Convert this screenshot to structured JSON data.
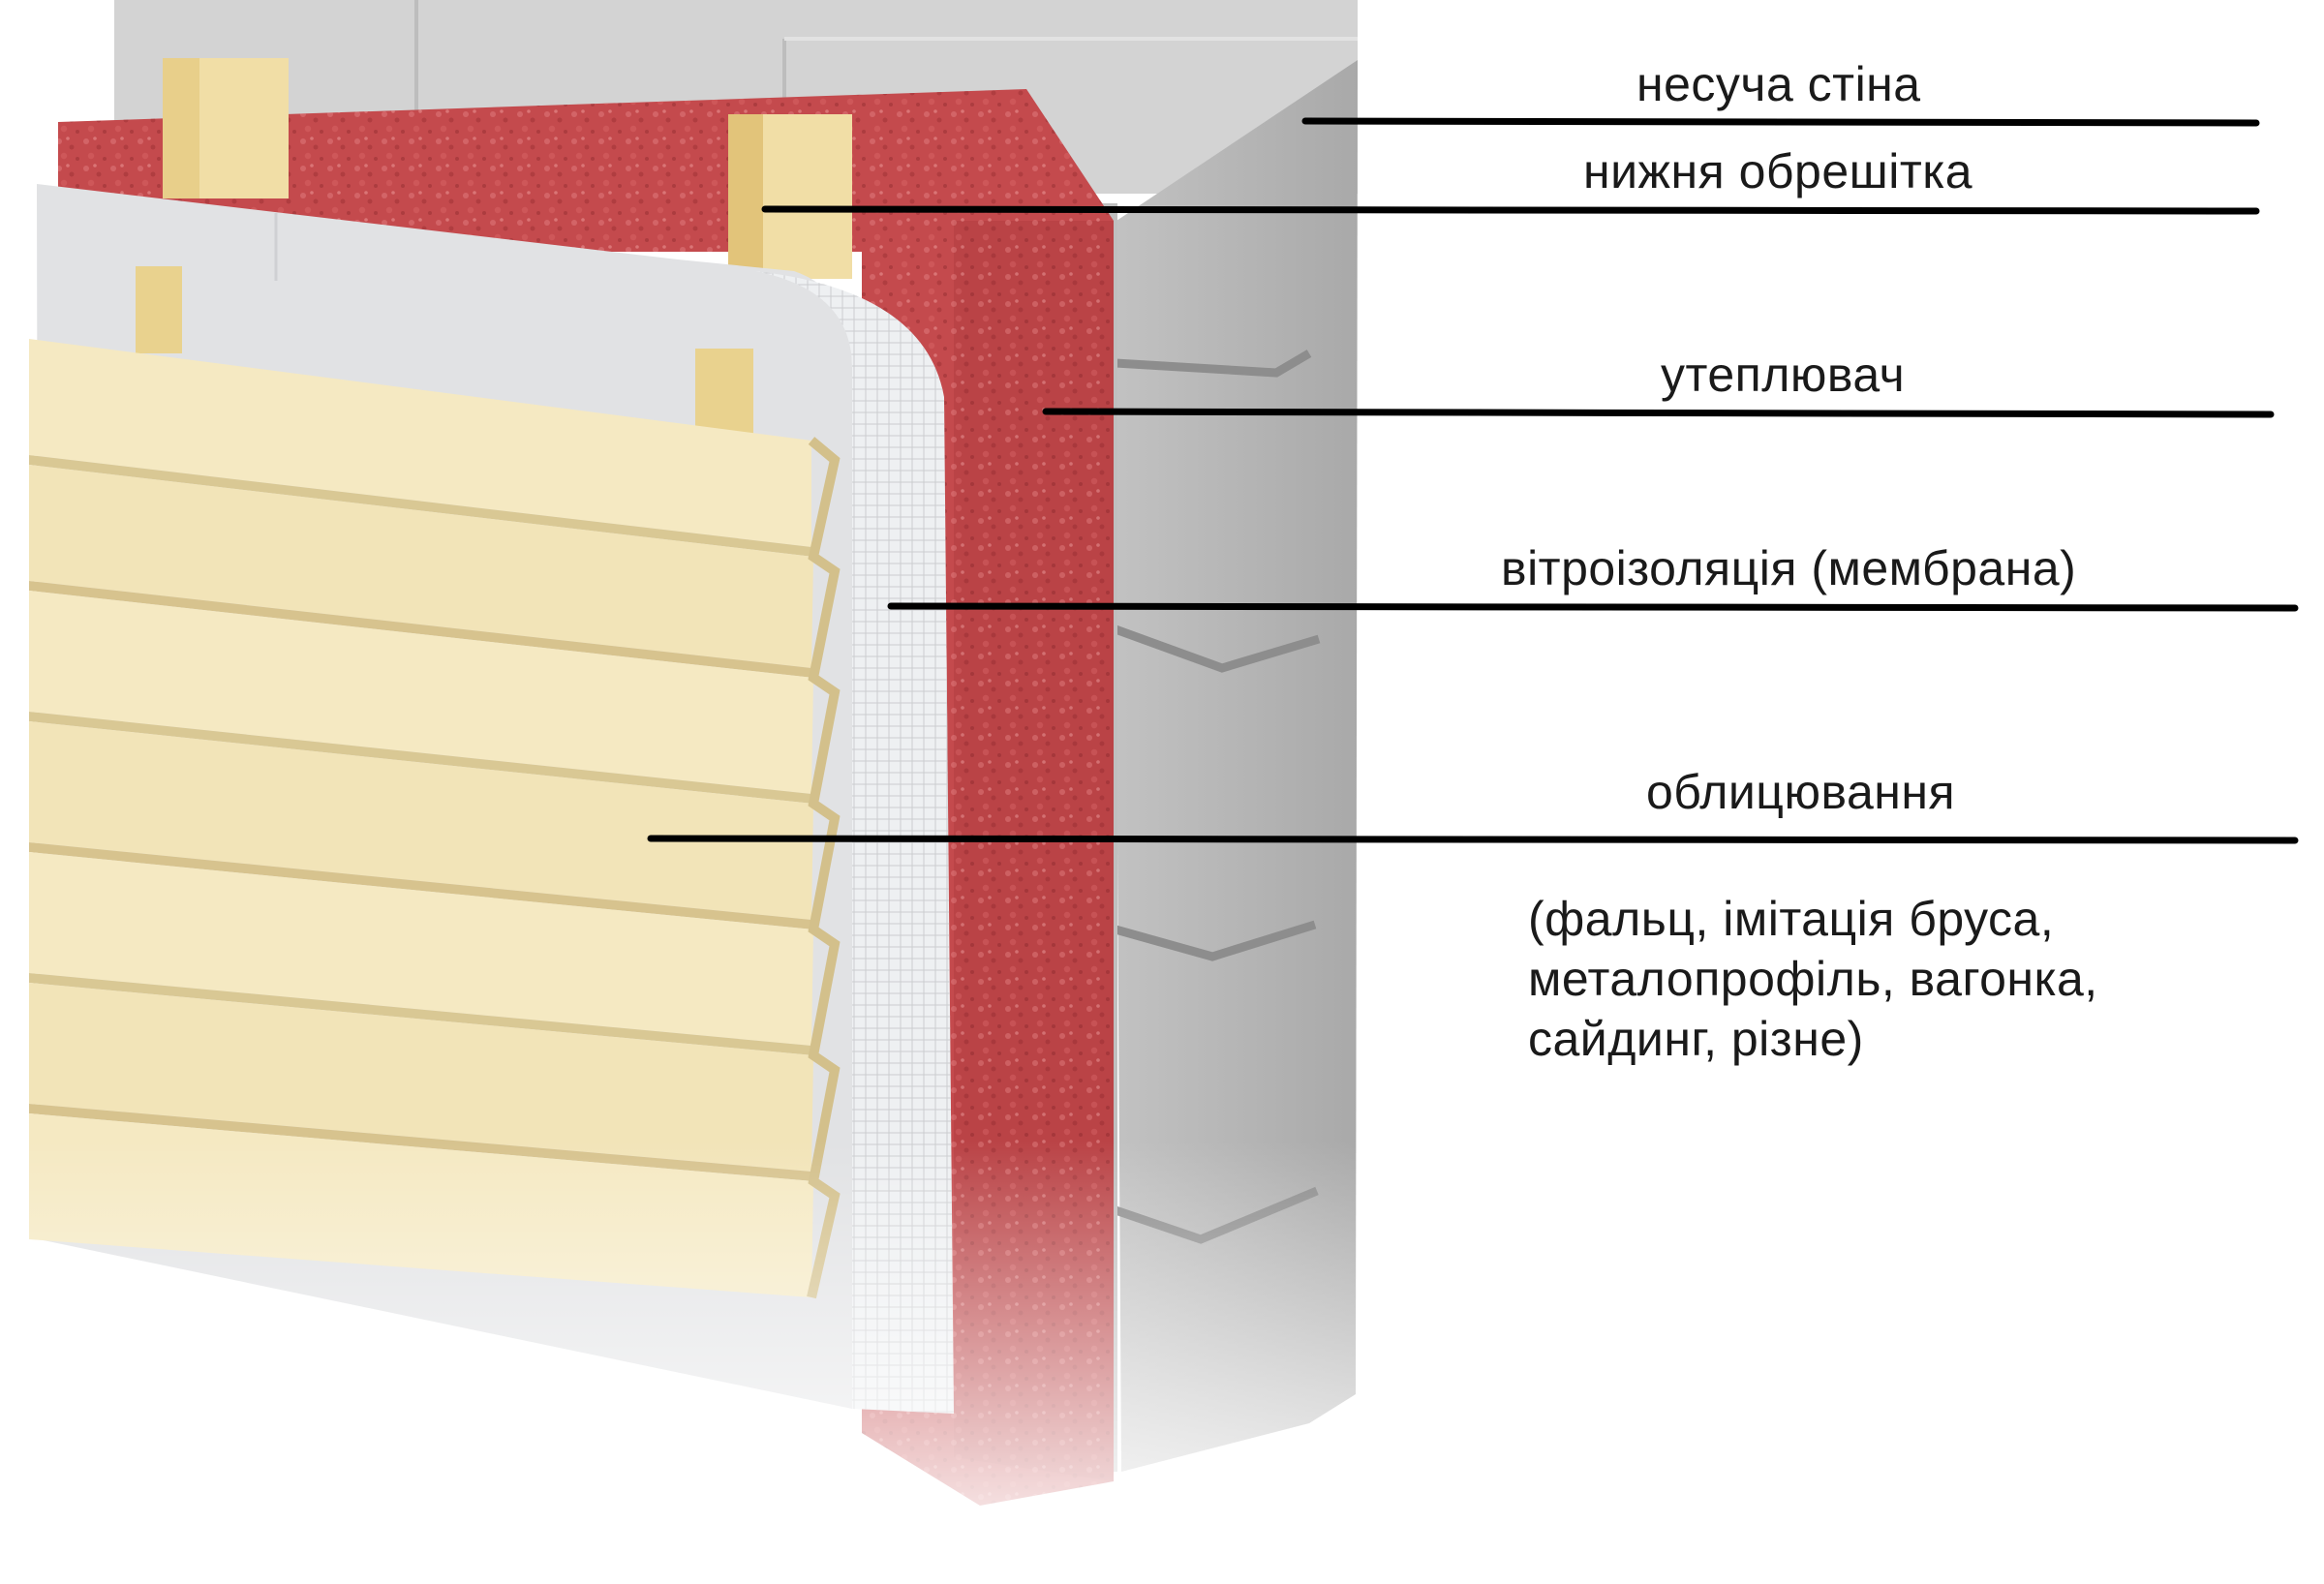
{
  "labels": {
    "load_bearing_wall": "несуча стіна",
    "lower_batten": "нижня обрешітка",
    "insulation": "утеплювач",
    "wind_barrier": "вітроізоляція (мембрана)",
    "cladding": "облицювання"
  },
  "cladding_note": {
    "line1": "(фальц, імітація бруса,",
    "line2": "металопрофіль, вагонка,",
    "line3": "сайдинг, різне)"
  },
  "colors": {
    "wall_face": "#cdcdcd",
    "wall_side": "#b5b5b5",
    "wall_top": "#dcdcdc",
    "insulation": "#c44a4d",
    "insulation_side": "#b63f43",
    "batten": "#e8cf8a",
    "membrane": "#dedfe1",
    "cladding": "#f3e6bd",
    "leader_line": "#000000"
  }
}
